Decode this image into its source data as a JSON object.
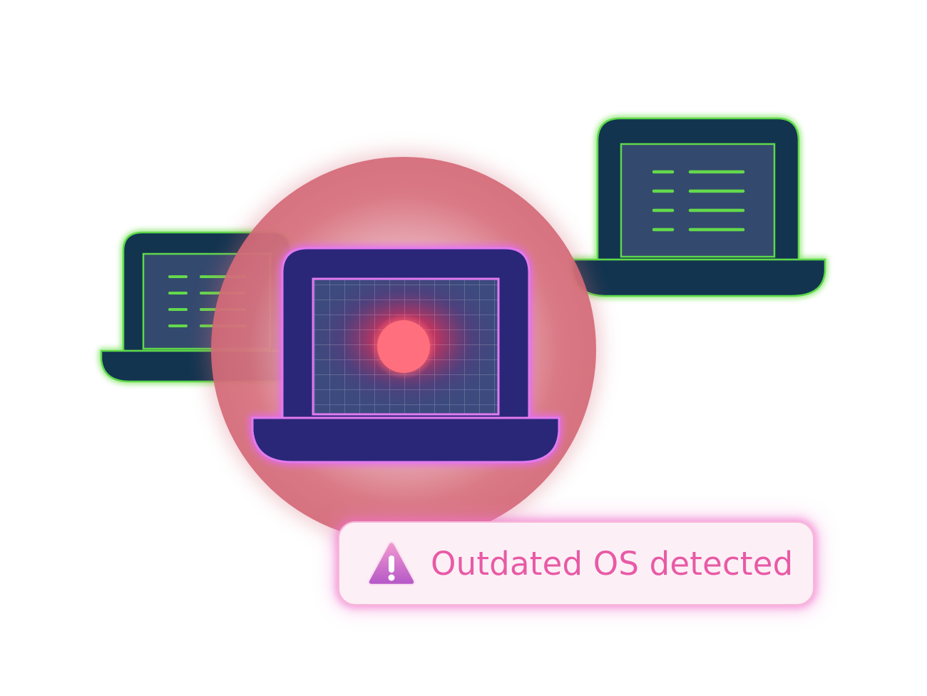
{
  "alert": {
    "message": "Outdated OS detected",
    "icon": "warning-triangle-icon"
  },
  "devices": [
    {
      "name": "laptop-left",
      "state": "secure",
      "icon": "laptop-icon"
    },
    {
      "name": "laptop-center",
      "state": "vulnerable",
      "icon": "laptop-icon"
    },
    {
      "name": "laptop-right",
      "state": "secure",
      "icon": "laptop-icon"
    }
  ],
  "colors": {
    "secure_glow": "#5ed84a",
    "secure_body": "#12344f",
    "secure_screen": "#34496e",
    "vulnerable_glow": "#d85ce8",
    "vulnerable_body": "#2b2778",
    "threat_zone": "#d86a78",
    "threat_core": "#ff6f7d",
    "alert_text": "#e85aa6",
    "alert_bg": "#fcf0f6"
  }
}
